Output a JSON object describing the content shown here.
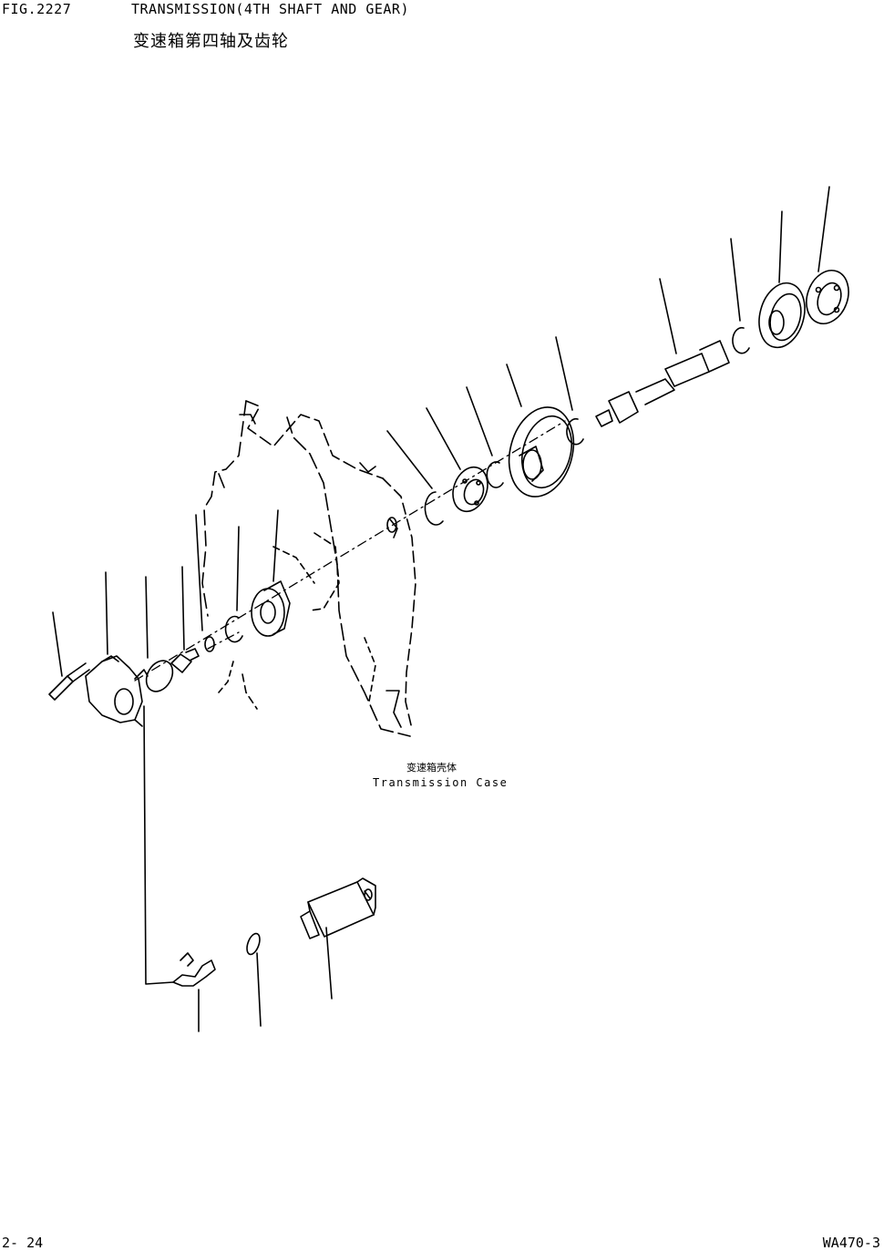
{
  "header": {
    "fig_number": "FIG.2227",
    "title_en": "TRANSMISSION(4TH SHAFT AND GEAR)",
    "title_zh": "变速箱第四轴及齿轮"
  },
  "diagram": {
    "case_label_zh": "变速箱壳体",
    "case_label_en": "Transmission Case"
  },
  "footer": {
    "page_number": "2- 24",
    "model_code": "WA470-3"
  }
}
